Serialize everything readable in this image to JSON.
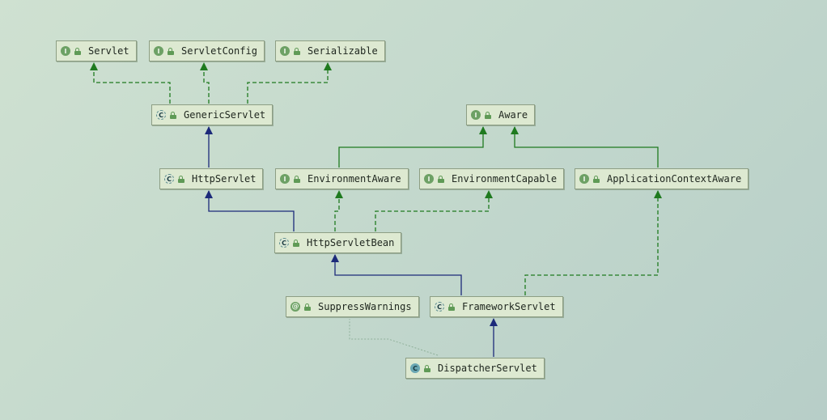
{
  "nodes": {
    "servlet": {
      "label": "Servlet",
      "kind": "I",
      "kind_name": "interface-icon"
    },
    "servlet_config": {
      "label": "ServletConfig",
      "kind": "I",
      "kind_name": "interface-icon"
    },
    "serializable": {
      "label": "Serializable",
      "kind": "I",
      "kind_name": "interface-icon"
    },
    "generic_servlet": {
      "label": "GenericServlet",
      "kind": "C",
      "kind_name": "abstract-class-icon"
    },
    "aware": {
      "label": "Aware",
      "kind": "I",
      "kind_name": "interface-icon"
    },
    "http_servlet": {
      "label": "HttpServlet",
      "kind": "C",
      "kind_name": "abstract-class-icon"
    },
    "environment_aware": {
      "label": "EnvironmentAware",
      "kind": "I",
      "kind_name": "interface-icon"
    },
    "environment_capable": {
      "label": "EnvironmentCapable",
      "kind": "I",
      "kind_name": "interface-icon"
    },
    "application_context_aware": {
      "label": "ApplicationContextAware",
      "kind": "I",
      "kind_name": "interface-icon"
    },
    "http_servlet_bean": {
      "label": "HttpServletBean",
      "kind": "C",
      "kind_name": "abstract-class-icon"
    },
    "suppress_warnings": {
      "label": "SuppressWarnings",
      "kind": "@",
      "kind_name": "annotation-icon"
    },
    "framework_servlet": {
      "label": "FrameworkServlet",
      "kind": "C",
      "kind_name": "abstract-class-icon"
    },
    "dispatcher_servlet": {
      "label": "DispatcherServlet",
      "kind": "C",
      "kind_name": "class-icon"
    }
  },
  "edges": [
    {
      "from": "generic_servlet",
      "to": "servlet",
      "type": "implements"
    },
    {
      "from": "generic_servlet",
      "to": "servlet_config",
      "type": "implements"
    },
    {
      "from": "generic_servlet",
      "to": "serializable",
      "type": "implements"
    },
    {
      "from": "http_servlet",
      "to": "generic_servlet",
      "type": "extends"
    },
    {
      "from": "environment_aware",
      "to": "aware",
      "type": "interface-extends"
    },
    {
      "from": "application_context_aware",
      "to": "aware",
      "type": "interface-extends"
    },
    {
      "from": "http_servlet_bean",
      "to": "http_servlet",
      "type": "extends"
    },
    {
      "from": "http_servlet_bean",
      "to": "environment_aware",
      "type": "implements"
    },
    {
      "from": "http_servlet_bean",
      "to": "environment_capable",
      "type": "implements"
    },
    {
      "from": "framework_servlet",
      "to": "http_servlet_bean",
      "type": "extends"
    },
    {
      "from": "framework_servlet",
      "to": "application_context_aware",
      "type": "implements"
    },
    {
      "from": "dispatcher_servlet",
      "to": "framework_servlet",
      "type": "extends"
    },
    {
      "from": "dispatcher_servlet",
      "to": "suppress_warnings",
      "type": "annotation"
    }
  ],
  "colors": {
    "extends": "#1c2a7a",
    "implements": "#1f7a1f",
    "interface_extends": "#1f7a1f",
    "annotation": "#8fb09a",
    "node_bg": "#dde9d1"
  }
}
